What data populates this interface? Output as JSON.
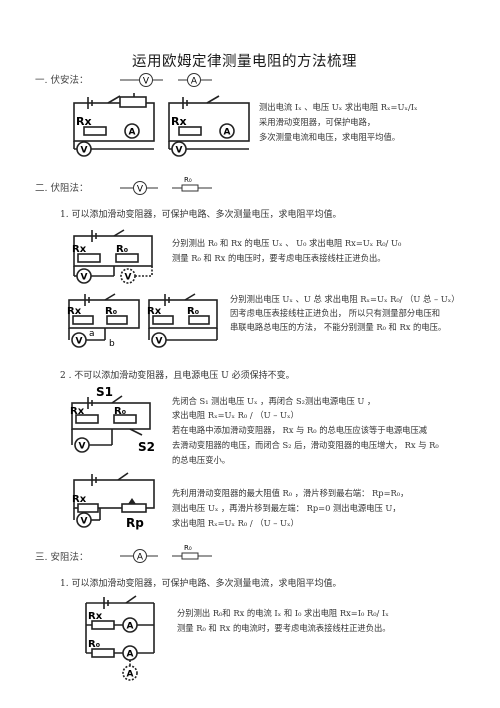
{
  "title": "运用欧姆定律测量电阻的方法梳理",
  "sections": {
    "s1": {
      "heading": "一. 伏安法：",
      "meter_v": "V",
      "meter_a": "A",
      "lines": [
        "测出电流  Iₓ 、电压  Uₓ  求出电阻  Rₓ=Uₓ/Iₓ",
        "采用滑动变阻器，可保护电路，",
        "多次测量电流和电压，求电阻平均值。"
      ],
      "labels": {
        "rx": "Rx",
        "a": "A",
        "v": "V"
      }
    },
    "s2": {
      "heading": "二. 伏阻法：",
      "meter_v": "V",
      "r0": "R₀",
      "item1": "1.  可以添加滑动变阻器，可保护电路、多次测量电压，求电阻平均值。",
      "item1_lines_a": [
        "分别测出  R₀ 和  Rx 的电压  Uₓ 、 U₀  求出电阻  Rx=Uₓ R₀/ U₀",
        "测量  R₀ 和 Rx 的电压时，要考虑电压表接线柱正进负出。"
      ],
      "item1_lines_b": [
        "分别测出电压  Uₓ 、U 总  求出电阻  Rₓ=Uₓ R₀/ （U 总 – Uₓ）",
        "因考虑电压表接线柱正进负出，   所以只有测量部分电压和",
        "串联电路总电压的方法，   不能分别测量  R₀ 和 Rx 的电压。"
      ],
      "item2": "2 . 不可以添加滑动变阻器，且电源电压        U 必须保持不变。",
      "item2_lines_a": [
        "先闭合  S₁ 测出电压  Uₓ ，再闭合  S₂测出电源电压   U ，",
        "求出电阻  Rₓ=Uₓ R₀ /  （U – Uₓ）",
        "若在电路中添加滑动变阻器，      Rx  与  R₀ 的总电压应该等于电源电压减",
        "去滑动变阻器的电压，而闭合       S₂ 后，滑动变阻器的电压增大，      Rx  与  R₀",
        "的总电压变小。"
      ],
      "item2_lines_b": [
        "先利用滑动变阻器的最大阻值       R₀ ，滑片移到最右端：     Rp=R₀，",
        "测出电压  Uₓ ，再滑片移到最左端：      Rp=0 测出电源电压   U，",
        "求出电阻  Rₓ=Uₓ R₀ /  （U – Uₓ）"
      ],
      "labels": {
        "rx": "Rx",
        "r0": "R₀",
        "v": "V",
        "s1": "S1",
        "s2": "S2",
        "rp": "Rp",
        "a": "a",
        "b": "b"
      }
    },
    "s3": {
      "heading": "三. 安阻法：",
      "meter_a": "A",
      "r0": "R₀",
      "item1": "1. 可以添加滑动变阻器，可保护电路、多次测量电流，求电阻平均值。",
      "item1_lines": [
        "分别测出  R₀和 Rx 的电流  Iₓ  和 I₀   求出电阻  Rx=I₀ R₀/ Iₓ",
        "测量  R₀ 和 Rx 的电流时，要考虑电流表接线柱正进负出。"
      ],
      "labels": {
        "rx": "Rx",
        "r0": "R₀",
        "a": "A"
      }
    }
  }
}
